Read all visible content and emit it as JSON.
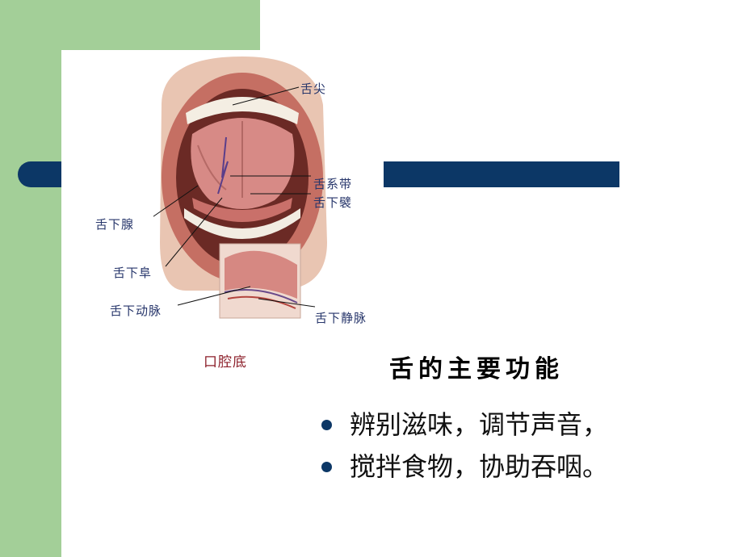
{
  "figure": {
    "labels": {
      "tip": "舌尖",
      "frenulum": "舌系带",
      "fold": "舌下襞",
      "gland": "舌下腺",
      "caruncle": "舌下阜",
      "artery": "舌下动脉",
      "vein": "舌下静脉"
    },
    "caption": "口腔底"
  },
  "title": "舌的主要功能",
  "bullets": [
    "辨别滋味，调节声音，",
    "搅拌食物，协助吞咽。"
  ],
  "colors": {
    "green": "#a3cf98",
    "navy": "#0c3766",
    "label": "#27366b",
    "caption": "#8c1f2a"
  }
}
